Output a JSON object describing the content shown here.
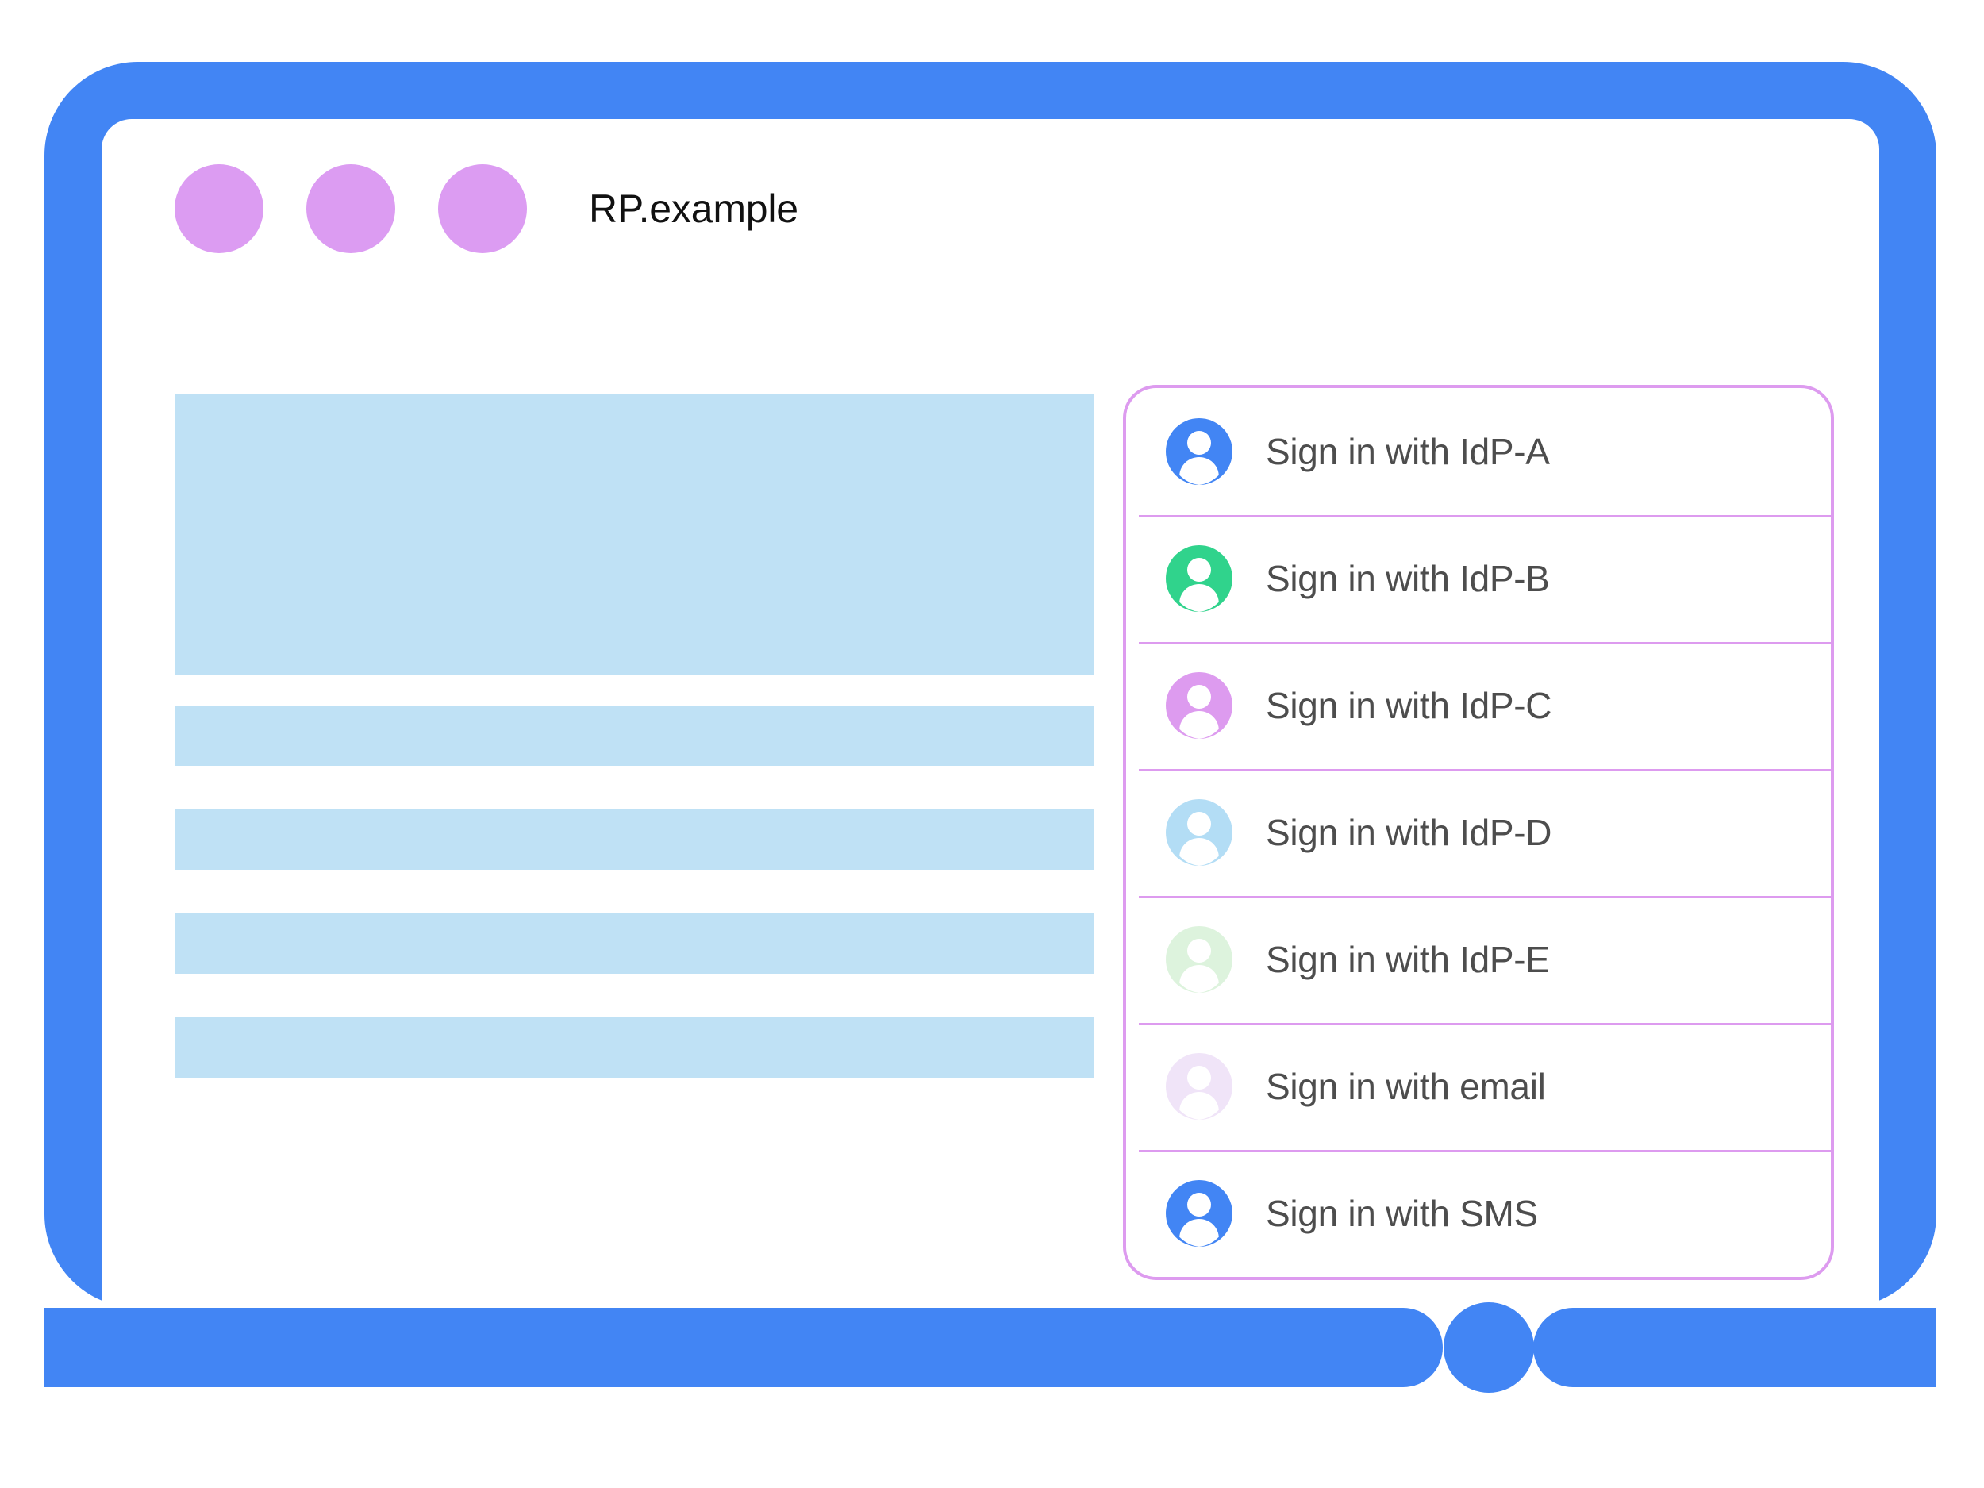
{
  "window": {
    "title": "RP.example",
    "traffic_dots": [
      {
        "name": "dot-1",
        "color": "#dc9cf2"
      },
      {
        "name": "dot-2",
        "color": "#dc9cf2"
      },
      {
        "name": "dot-3",
        "color": "#dc9cf2"
      }
    ]
  },
  "content_placeholders": [
    {
      "name": "hero-block"
    },
    {
      "name": "text-line-1"
    },
    {
      "name": "text-line-2"
    },
    {
      "name": "text-line-3"
    },
    {
      "name": "text-line-4"
    }
  ],
  "idp_panel": {
    "border_color": "#dd9bef",
    "divider_color": "#dd9bef",
    "items": [
      {
        "label": "Sign in with IdP-A",
        "icon": "account-circle-icon",
        "avatar_color": "#4285f4"
      },
      {
        "label": "Sign in with IdP-B",
        "icon": "account-circle-icon",
        "avatar_color": "#30d38c"
      },
      {
        "label": "Sign in with IdP-C",
        "icon": "account-circle-icon",
        "avatar_color": "#dd9bef"
      },
      {
        "label": "Sign in with IdP-D",
        "icon": "account-circle-icon",
        "avatar_color": "#b3ddf5"
      },
      {
        "label": "Sign in with IdP-E",
        "icon": "account-circle-icon",
        "avatar_color": "#ddf3dd"
      },
      {
        "label": "Sign in with email",
        "icon": "account-circle-icon",
        "avatar_color": "#f0e4f8"
      },
      {
        "label": "Sign in with SMS",
        "icon": "account-circle-icon",
        "avatar_color": "#4285f4"
      }
    ]
  },
  "device": {
    "bezel_color": "#4285f4",
    "home_button": "home-button"
  },
  "colors": {
    "accent_blue": "#4285f4",
    "placeholder_blue": "#bfe1f5",
    "accent_purple": "#dc9cf2",
    "text_dark": "#4d4d4d",
    "title_dark": "#111111"
  }
}
